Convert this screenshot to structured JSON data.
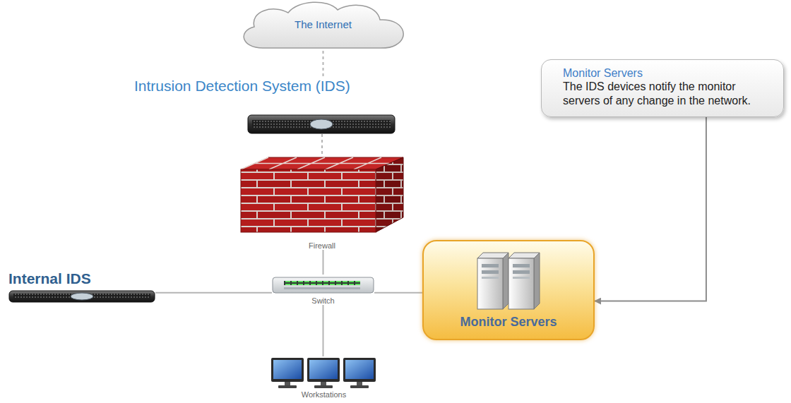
{
  "diagram": {
    "nodes": [
      {
        "text": [
          "The Internet"
        ]
      },
      {
        "text": [
          "Intrusion Detection System (IDS)"
        ]
      },
      {
        "text": [
          "Monitor Servers",
          "The IDS devices notify the monitor servers of any change in the network."
        ]
      },
      {
        "text": [
          "Firewall"
        ]
      },
      {
        "text": [
          "Internal IDS"
        ]
      },
      {
        "text": [
          "Switch"
        ]
      },
      {
        "text": [
          "Monitor Servers"
        ]
      },
      {
        "text": [
          "Workstations"
        ]
      }
    ],
    "edges": [
      {
        "from": 0,
        "to": 1,
        "arrow": "none"
      },
      {
        "from": 1,
        "to": 3,
        "arrow": "none"
      },
      {
        "from": 3,
        "to": 5,
        "arrow": "none"
      },
      {
        "from": 4,
        "to": 5,
        "arrow": "none"
      },
      {
        "from": 5,
        "to": 6,
        "arrow": "none"
      },
      {
        "from": 5,
        "to": 7,
        "arrow": "none"
      },
      {
        "from": 2,
        "to": 6,
        "arrow": "to"
      }
    ]
  }
}
